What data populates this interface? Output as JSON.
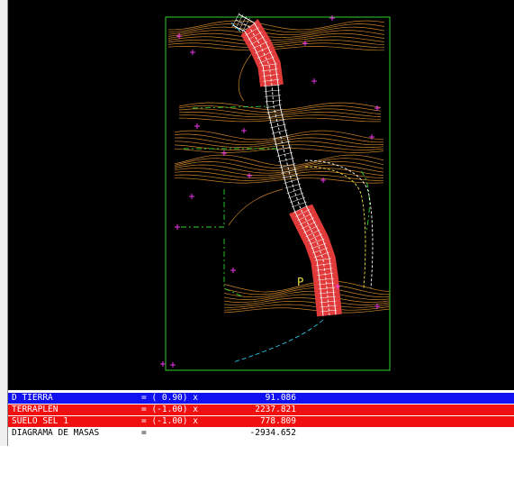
{
  "drawing": {
    "sheet_label": "P",
    "colors": {
      "background": "#000000",
      "sheet_border": "#2fd12f",
      "contours": "#c8822a",
      "road_edge": "#ffffff",
      "fill_zone": "#e03a3a",
      "points": "#ff3cff",
      "cyan": "#2fd7ff",
      "green_dashes": "#2fd12f",
      "yellow": "#f0e04a"
    }
  },
  "summary": {
    "rows": [
      {
        "name": "D TIERRA",
        "factor": "= ( 0.90) x",
        "value": "91.086",
        "bg": "#1010f0",
        "fg": "#ffffff"
      },
      {
        "name": "TERRAPLEN",
        "factor": "= (-1.00) x",
        "value": "2237.821",
        "bg": "#f01010",
        "fg": "#ffffff"
      },
      {
        "name": "SUELO SEL 1",
        "factor": "= (-1.00) x",
        "value": "778.809",
        "bg": "#f01010",
        "fg": "#ffffff"
      },
      {
        "name": "DIAGRAMA DE MASAS",
        "factor": "=",
        "value": "-2934.652",
        "bg": "#ffffff",
        "fg": "#000000"
      }
    ]
  }
}
